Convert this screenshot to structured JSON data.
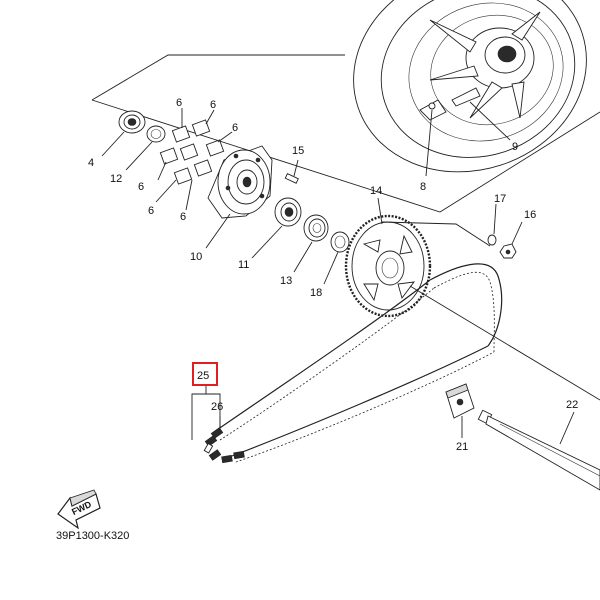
{
  "diagram": {
    "code": "39P1300-K320",
    "fwd_label": "FWD",
    "parts": {
      "p4": "4",
      "p6a": "6",
      "p6b": "6",
      "p6c": "6",
      "p6d": "6",
      "p6e": "6",
      "p6f": "6",
      "p8": "8",
      "p9": "9",
      "p10": "10",
      "p11": "11",
      "p12": "12",
      "p13": "13",
      "p14": "14",
      "p15": "15",
      "p16": "16",
      "p17": "17",
      "p18": "18",
      "p21": "21",
      "p22": "22",
      "p25": "25",
      "p26": "26"
    },
    "highlight_color": "#e02020"
  }
}
